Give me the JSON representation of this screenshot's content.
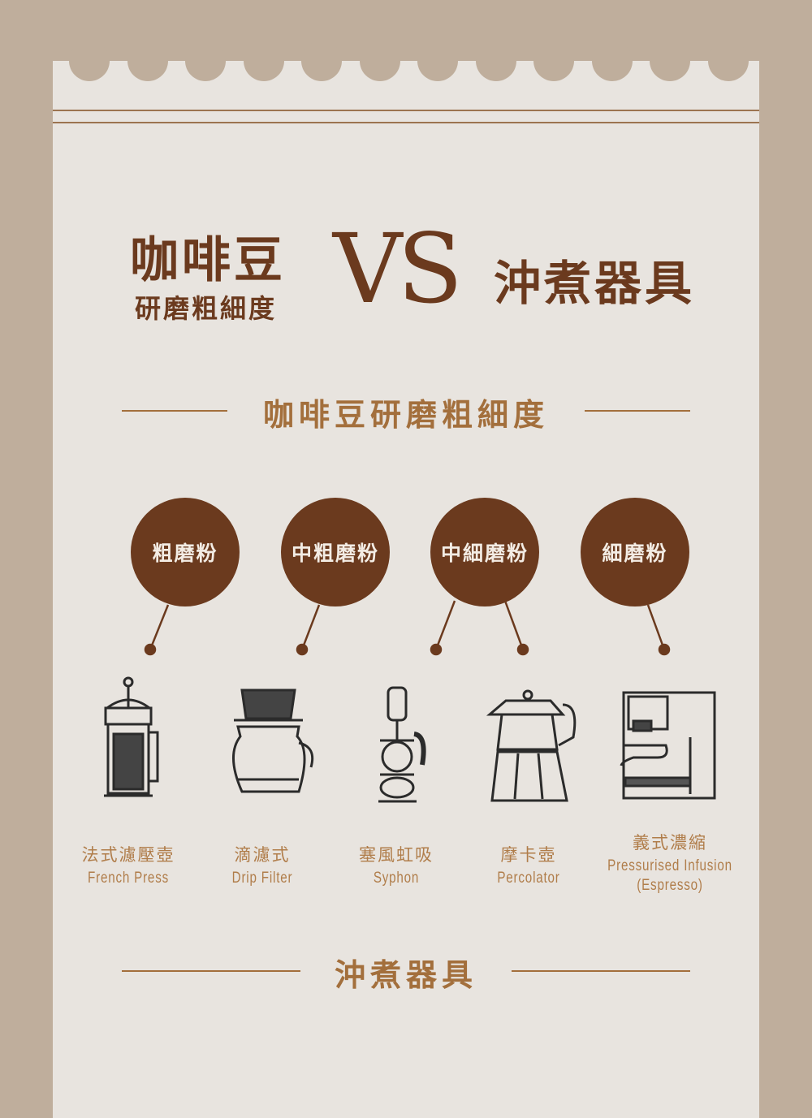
{
  "header": {
    "left_title": "咖啡豆",
    "left_subtitle": "研磨粗細度",
    "vs": "VS",
    "right_title": "沖煮器具"
  },
  "section1": {
    "title": "咖啡豆研磨粗細度"
  },
  "grinds": [
    {
      "label": "粗磨粉"
    },
    {
      "label": "中粗磨粉"
    },
    {
      "label": "中細磨粉"
    },
    {
      "label": "細磨粉"
    }
  ],
  "brewers": [
    {
      "zh": "法式濾壓壺",
      "en": "French Press",
      "icon": "french-press-icon"
    },
    {
      "zh": "滴濾式",
      "en": "Drip Filter",
      "icon": "drip-filter-icon"
    },
    {
      "zh": "塞風虹吸",
      "en": "Syphon",
      "icon": "syphon-icon"
    },
    {
      "zh": "摩卡壺",
      "en": "Percolator",
      "icon": "moka-pot-icon"
    },
    {
      "zh": "義式濃縮",
      "en": "Pressurised Infusion",
      "en2": "(Espresso)",
      "icon": "espresso-machine-icon"
    }
  ],
  "section2": {
    "title": "沖煮器具"
  },
  "colors": {
    "background": "#bfae9c",
    "paper": "#e8e4df",
    "brown": "#6b3a1e",
    "tan": "#a36f3c"
  }
}
